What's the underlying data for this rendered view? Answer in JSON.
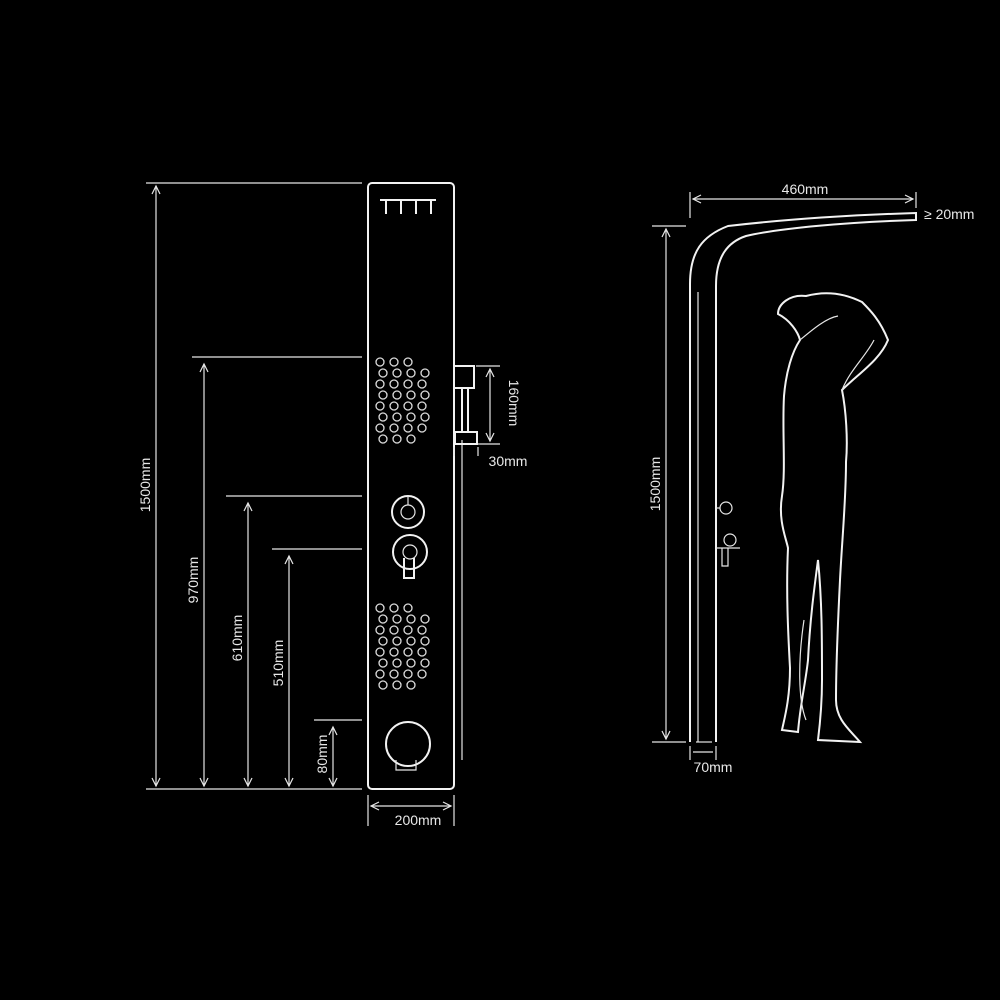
{
  "dimensions": {
    "front_height": "1500mm",
    "side_height": "1500mm",
    "upper_jets_height": "970mm",
    "knob_height": "610mm",
    "lever_height": "510mm",
    "lower_spout_height": "80mm",
    "panel_width": "200mm",
    "handshower_holder_length": "160mm",
    "holder_offset": "30mm",
    "overhead_reach": "460mm",
    "top_thickness": "≥ 20mm",
    "side_depth": "70mm"
  },
  "colors": {
    "background": "#000000",
    "line": "#e6e6e6"
  }
}
